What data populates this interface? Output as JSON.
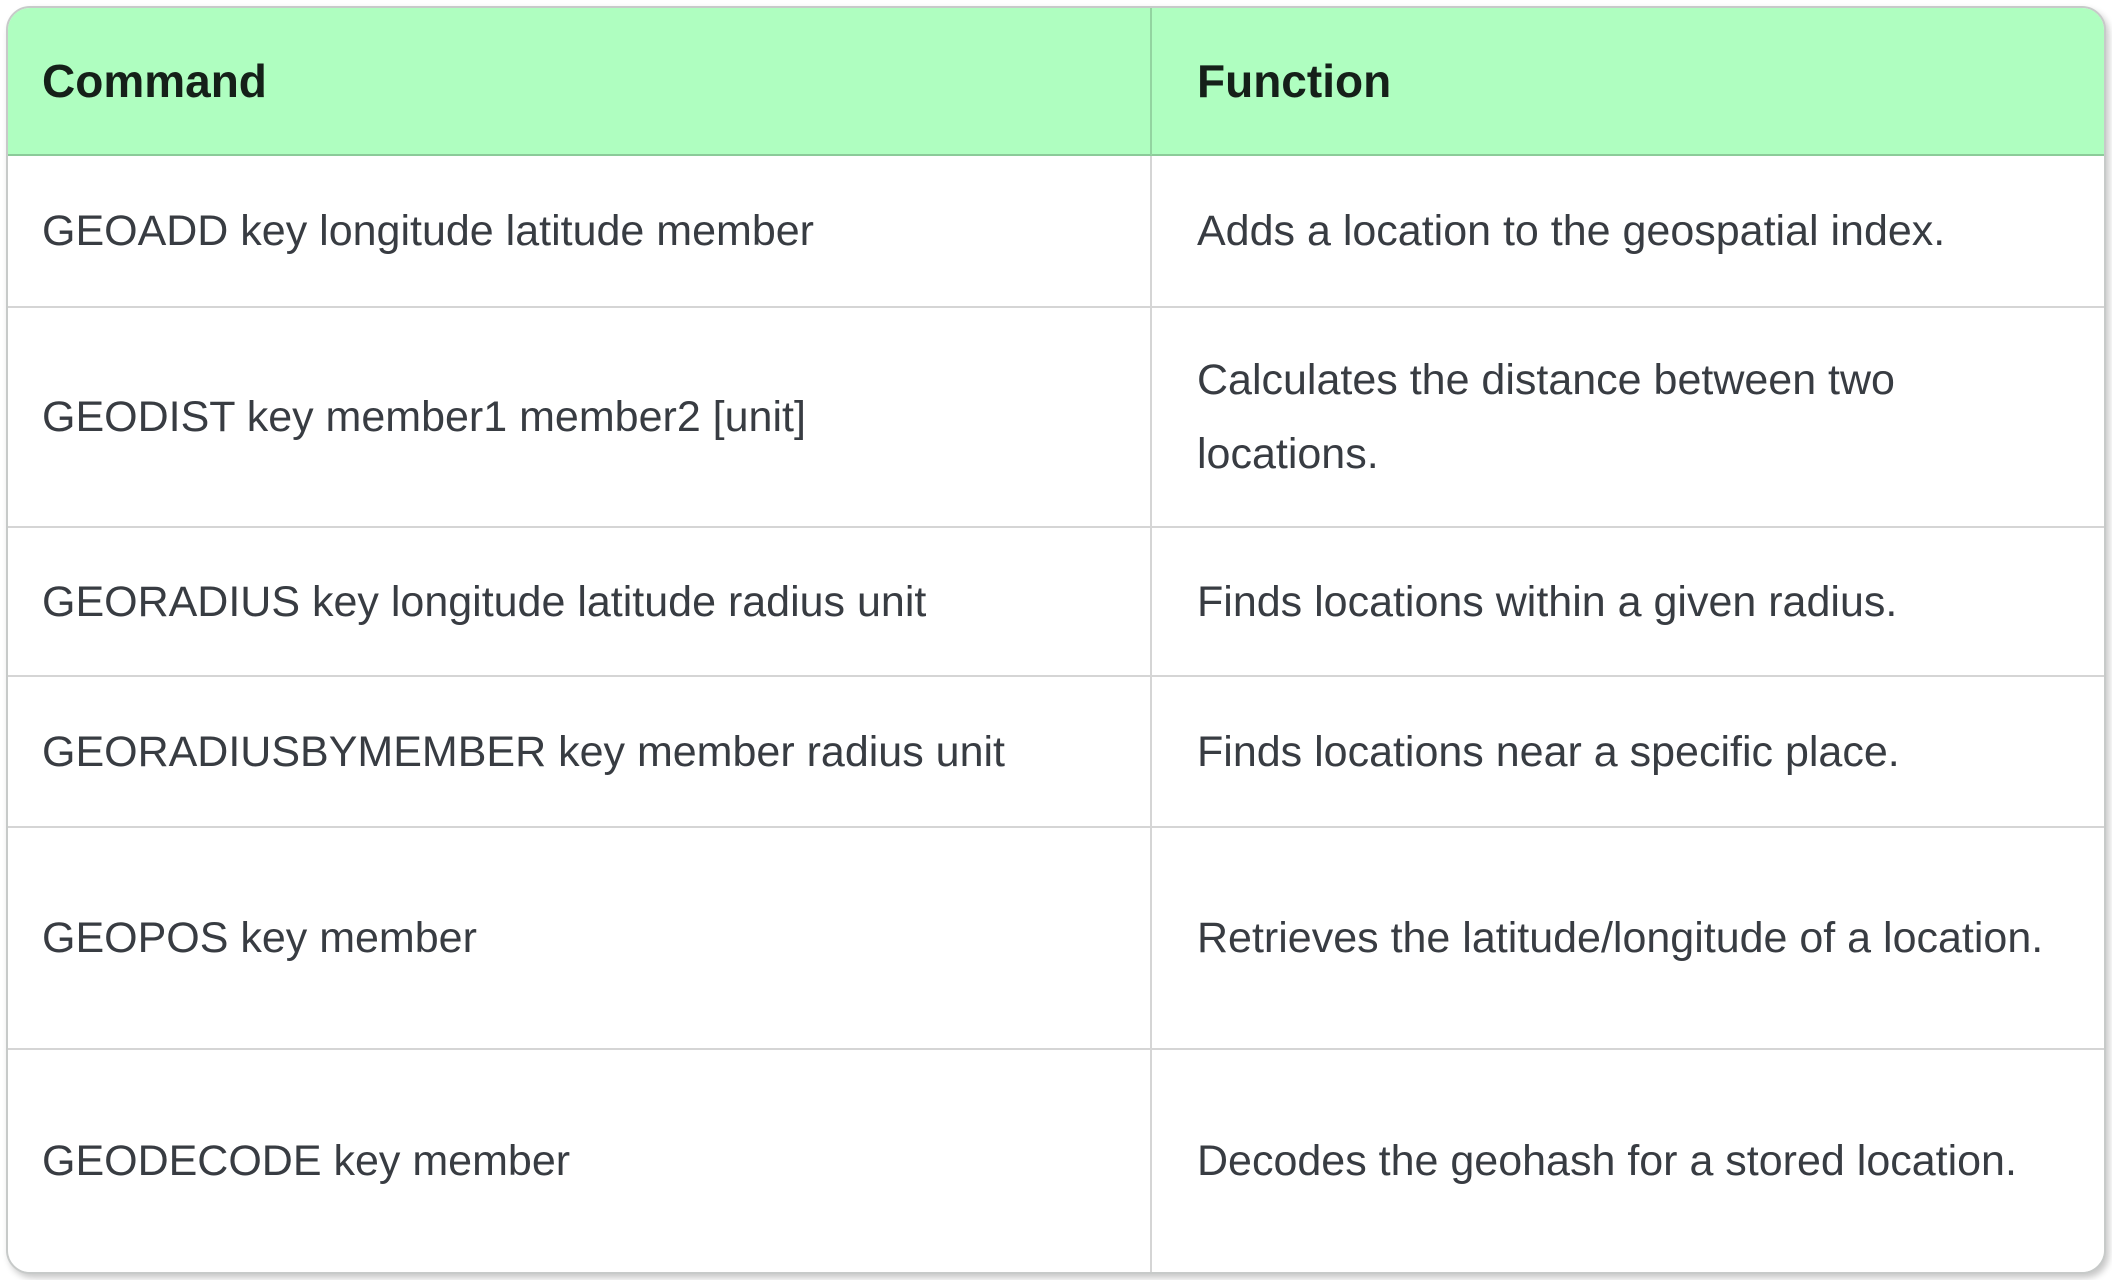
{
  "colors": {
    "header_bg": "#affec0",
    "header_text": "#152019",
    "body_text": "#383c42",
    "card_border": "#c7cac9"
  },
  "table": {
    "columns": [
      "Command",
      "Function"
    ],
    "rows": [
      {
        "command": "GEOADD key longitude latitude member",
        "function": "Adds a location to the geospatial index."
      },
      {
        "command": "GEODIST key member1 member2 [unit]",
        "function": "Calculates the distance between two locations."
      },
      {
        "command": "GEORADIUS key longitude latitude radius unit",
        "function": "Finds locations within a given radius."
      },
      {
        "command": "GEORADIUSBYMEMBER key member radius unit",
        "function": "Finds locations near a specific place."
      },
      {
        "command": "GEOPOS key member",
        "function": "Retrieves the latitude/longitude of a location."
      },
      {
        "command": "GEODECODE key member",
        "function": "Decodes the geohash for a stored location."
      }
    ]
  }
}
